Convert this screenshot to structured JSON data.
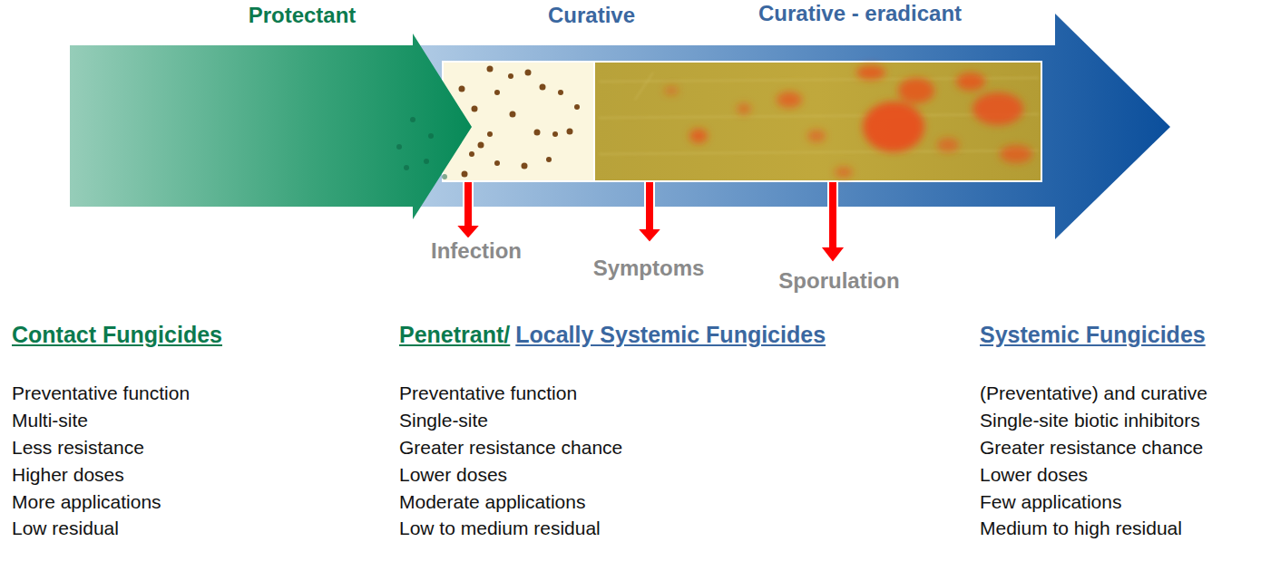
{
  "diagram": {
    "labels": [
      "Protectant",
      "Curative",
      "Curative - eradicant",
      "Infection",
      "Symptoms",
      "Sporulation",
      "Contact Fungicides",
      "Penetrant/",
      "Locally Systemic Fungicides",
      "Systemic Fungicides",
      "Preventative function",
      "Multi-site",
      "Less resistance",
      "Higher doses",
      "More applications",
      "Low residual",
      "Preventative function",
      "Single-site",
      "Greater resistance chance",
      "Lower doses",
      "Moderate applications",
      "Low to medium residual",
      "(Preventative) and curative",
      "Single-site biotic inhibitors",
      "Greater resistance chance",
      "Lower doses",
      "Few applications",
      "Medium to high residual"
    ]
  }
}
